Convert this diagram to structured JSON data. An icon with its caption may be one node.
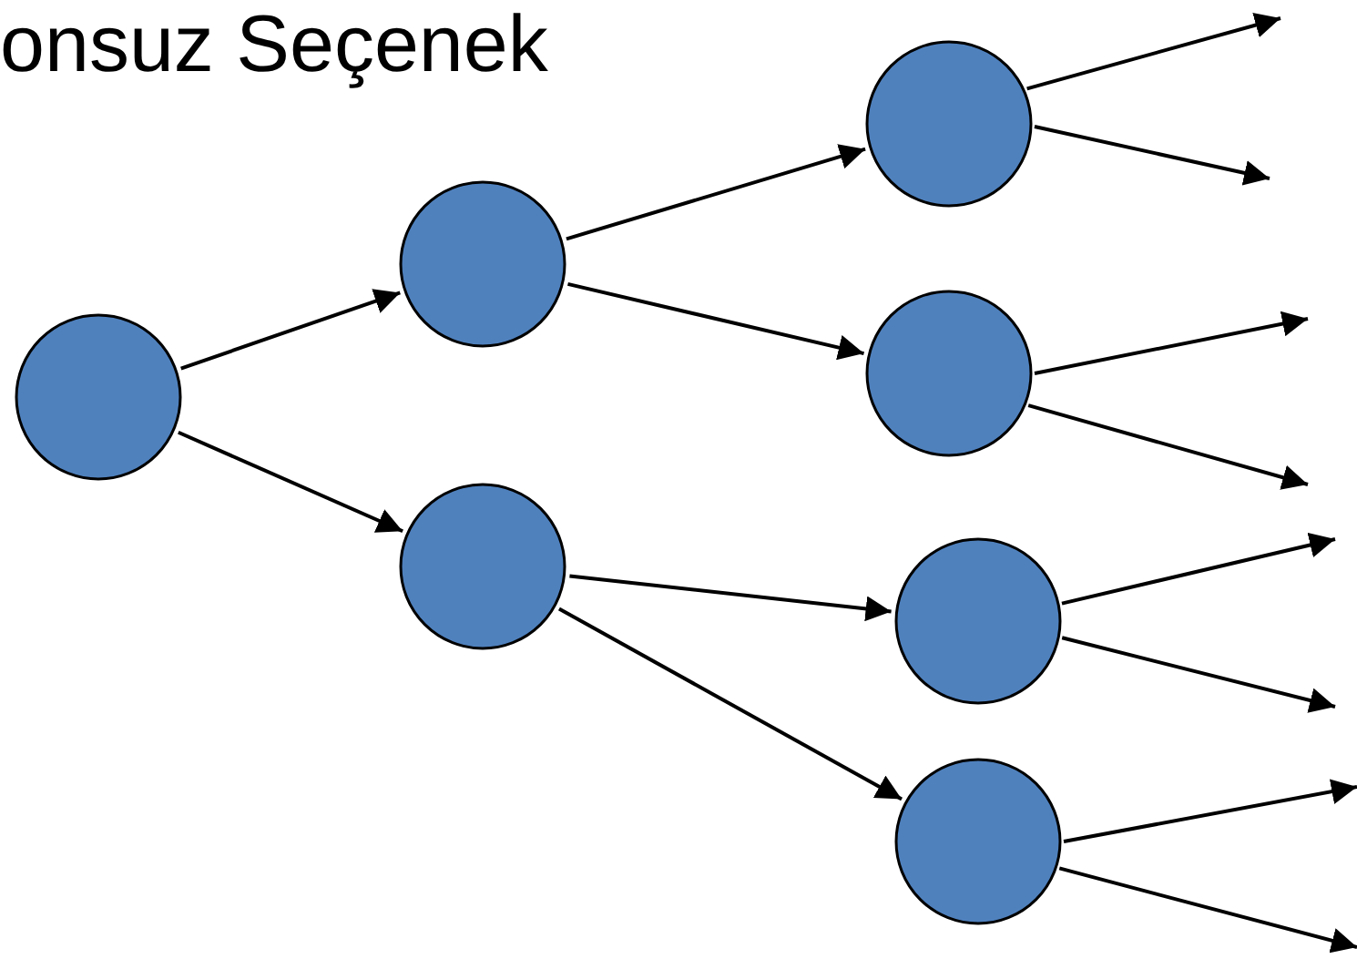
{
  "diagram": {
    "title": "onsuz Seçenek",
    "nodes": [
      {
        "text": [],
        "shape": "circle"
      },
      {
        "text": [],
        "shape": "circle"
      },
      {
        "text": [],
        "shape": "circle"
      },
      {
        "text": [],
        "shape": "circle"
      },
      {
        "text": [],
        "shape": "circle"
      },
      {
        "text": [],
        "shape": "circle"
      },
      {
        "text": [],
        "shape": "circle"
      }
    ],
    "edges": [
      {
        "from": 0,
        "to": 1,
        "arrow": "to"
      },
      {
        "from": 0,
        "to": 2,
        "arrow": "to"
      },
      {
        "from": 1,
        "to": 3,
        "arrow": "to"
      },
      {
        "from": 1,
        "to": 4,
        "arrow": "to"
      },
      {
        "from": 2,
        "to": 5,
        "arrow": "to"
      },
      {
        "from": 2,
        "to": 6,
        "arrow": "to"
      },
      {
        "from": 3,
        "to": null,
        "arrow": "to"
      },
      {
        "from": 3,
        "to": null,
        "arrow": "to"
      },
      {
        "from": 4,
        "to": null,
        "arrow": "to"
      },
      {
        "from": 4,
        "to": null,
        "arrow": "to"
      },
      {
        "from": 5,
        "to": null,
        "arrow": "to"
      },
      {
        "from": 5,
        "to": null,
        "arrow": "to"
      },
      {
        "from": 6,
        "to": null,
        "arrow": "to"
      },
      {
        "from": 6,
        "to": null,
        "arrow": "to"
      }
    ]
  }
}
